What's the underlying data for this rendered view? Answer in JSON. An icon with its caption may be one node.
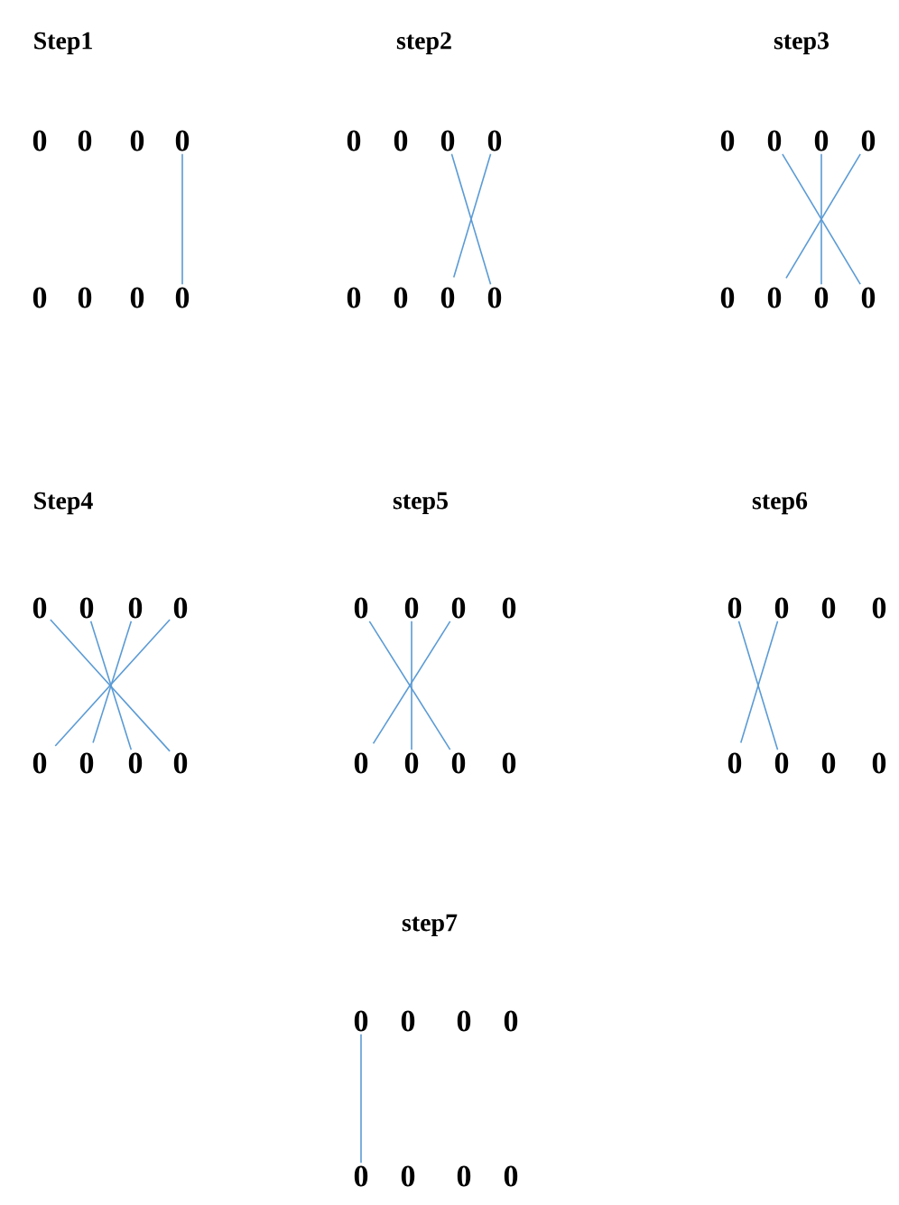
{
  "diagram": {
    "labels": [
      "Step1",
      "step2",
      "step3",
      "Step4",
      "step5",
      "step6",
      "step7"
    ],
    "nodes": [
      {
        "text": [
          "0"
        ]
      },
      {
        "text": [
          "0"
        ]
      },
      {
        "text": [
          "0"
        ]
      },
      {
        "text": [
          "0"
        ]
      },
      {
        "text": [
          "0"
        ]
      },
      {
        "text": [
          "0"
        ]
      },
      {
        "text": [
          "0"
        ]
      },
      {
        "text": [
          "0"
        ]
      },
      {
        "text": [
          "0"
        ]
      },
      {
        "text": [
          "0"
        ]
      },
      {
        "text": [
          "0"
        ]
      },
      {
        "text": [
          "0"
        ]
      },
      {
        "text": [
          "0"
        ]
      },
      {
        "text": [
          "0"
        ]
      },
      {
        "text": [
          "0"
        ]
      },
      {
        "text": [
          "0"
        ]
      },
      {
        "text": [
          "0"
        ]
      },
      {
        "text": [
          "0"
        ]
      },
      {
        "text": [
          "0"
        ]
      },
      {
        "text": [
          "0"
        ]
      },
      {
        "text": [
          "0"
        ]
      },
      {
        "text": [
          "0"
        ]
      },
      {
        "text": [
          "0"
        ]
      },
      {
        "text": [
          "0"
        ]
      },
      {
        "text": [
          "0"
        ]
      },
      {
        "text": [
          "0"
        ]
      },
      {
        "text": [
          "0"
        ]
      },
      {
        "text": [
          "0"
        ]
      },
      {
        "text": [
          "0"
        ]
      },
      {
        "text": [
          "0"
        ]
      },
      {
        "text": [
          "0"
        ]
      },
      {
        "text": [
          "0"
        ]
      },
      {
        "text": [
          "0"
        ]
      },
      {
        "text": [
          "0"
        ]
      },
      {
        "text": [
          "0"
        ]
      },
      {
        "text": [
          "0"
        ]
      },
      {
        "text": [
          "0"
        ]
      },
      {
        "text": [
          "0"
        ]
      },
      {
        "text": [
          "0"
        ]
      },
      {
        "text": [
          "0"
        ]
      },
      {
        "text": [
          "0"
        ]
      },
      {
        "text": [
          "0"
        ]
      },
      {
        "text": [
          "0"
        ]
      },
      {
        "text": [
          "0"
        ]
      },
      {
        "text": [
          "0"
        ]
      },
      {
        "text": [
          "0"
        ]
      },
      {
        "text": [
          "0"
        ]
      },
      {
        "text": [
          "0"
        ]
      },
      {
        "text": [
          "0"
        ]
      },
      {
        "text": [
          "0"
        ]
      },
      {
        "text": [
          "0"
        ]
      },
      {
        "text": [
          "0"
        ]
      },
      {
        "text": [
          "0"
        ]
      },
      {
        "text": [
          "0"
        ]
      },
      {
        "text": [
          "0"
        ]
      },
      {
        "text": [
          "0"
        ]
      }
    ],
    "edges": [
      {
        "from": 3,
        "to": 7,
        "arrow": "none"
      },
      {
        "from": 10,
        "to": 15,
        "arrow": "none"
      },
      {
        "from": 11,
        "to": 14,
        "arrow": "none"
      },
      {
        "from": 17,
        "to": 23,
        "arrow": "none"
      },
      {
        "from": 18,
        "to": 22,
        "arrow": "none"
      },
      {
        "from": 19,
        "to": 21,
        "arrow": "none"
      },
      {
        "from": 24,
        "to": 31,
        "arrow": "none"
      },
      {
        "from": 25,
        "to": 30,
        "arrow": "none"
      },
      {
        "from": 26,
        "to": 29,
        "arrow": "none"
      },
      {
        "from": 27,
        "to": 28,
        "arrow": "none"
      },
      {
        "from": 32,
        "to": 38,
        "arrow": "none"
      },
      {
        "from": 33,
        "to": 37,
        "arrow": "none"
      },
      {
        "from": 34,
        "to": 36,
        "arrow": "none"
      },
      {
        "from": 40,
        "to": 45,
        "arrow": "none"
      },
      {
        "from": 41,
        "to": 44,
        "arrow": "none"
      },
      {
        "from": 48,
        "to": 52,
        "arrow": "none"
      }
    ]
  }
}
